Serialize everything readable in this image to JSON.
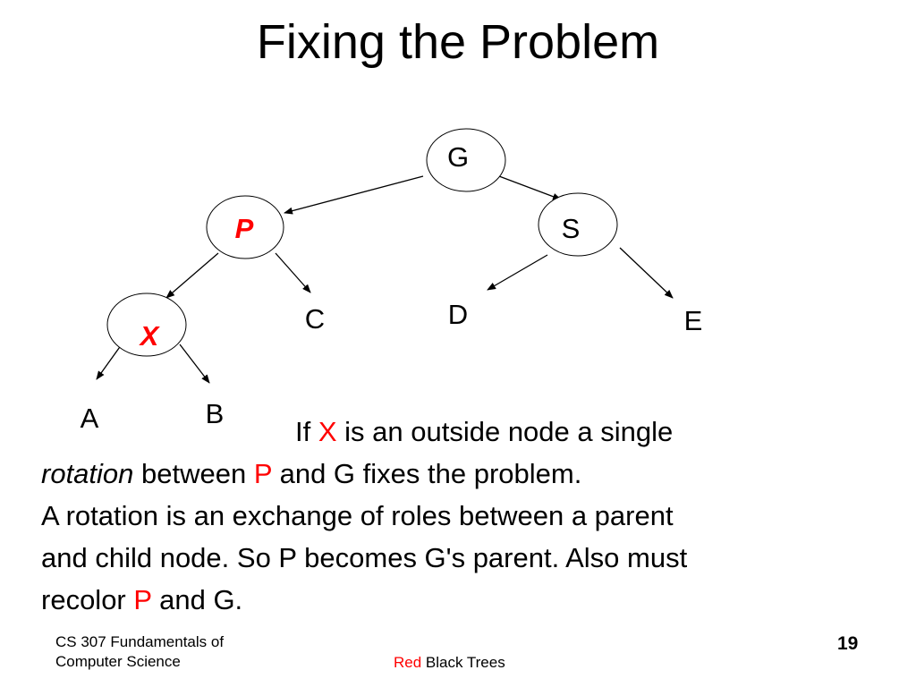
{
  "slide": {
    "title": "Fixing the Problem"
  },
  "tree": {
    "nodes": {
      "g": "G",
      "p": "P",
      "s": "S",
      "x": "X",
      "c": "C",
      "d": "D",
      "e": "E",
      "a": "A",
      "b": "B"
    },
    "highlight_color": "#ff0000"
  },
  "body": {
    "line1_pre": "If ",
    "line1_x": "X",
    "line1_post": " is an outside node a single",
    "line2_italic": "rotation",
    "line2_mid": " between ",
    "line2_p": "P",
    "line2_post": " and G fixes the problem.",
    "line3": "A rotation is an exchange of roles between a parent",
    "line4": "and child node. So P becomes G's parent. Also must",
    "line5_pre": "recolor ",
    "line5_p": "P",
    "line5_post": " and G."
  },
  "footer": {
    "course_line1": "CS 307 Fundamentals of",
    "course_line2": "Computer Science",
    "topic_red": "Red",
    "topic_rest": " Black Trees",
    "page_number": "19"
  }
}
